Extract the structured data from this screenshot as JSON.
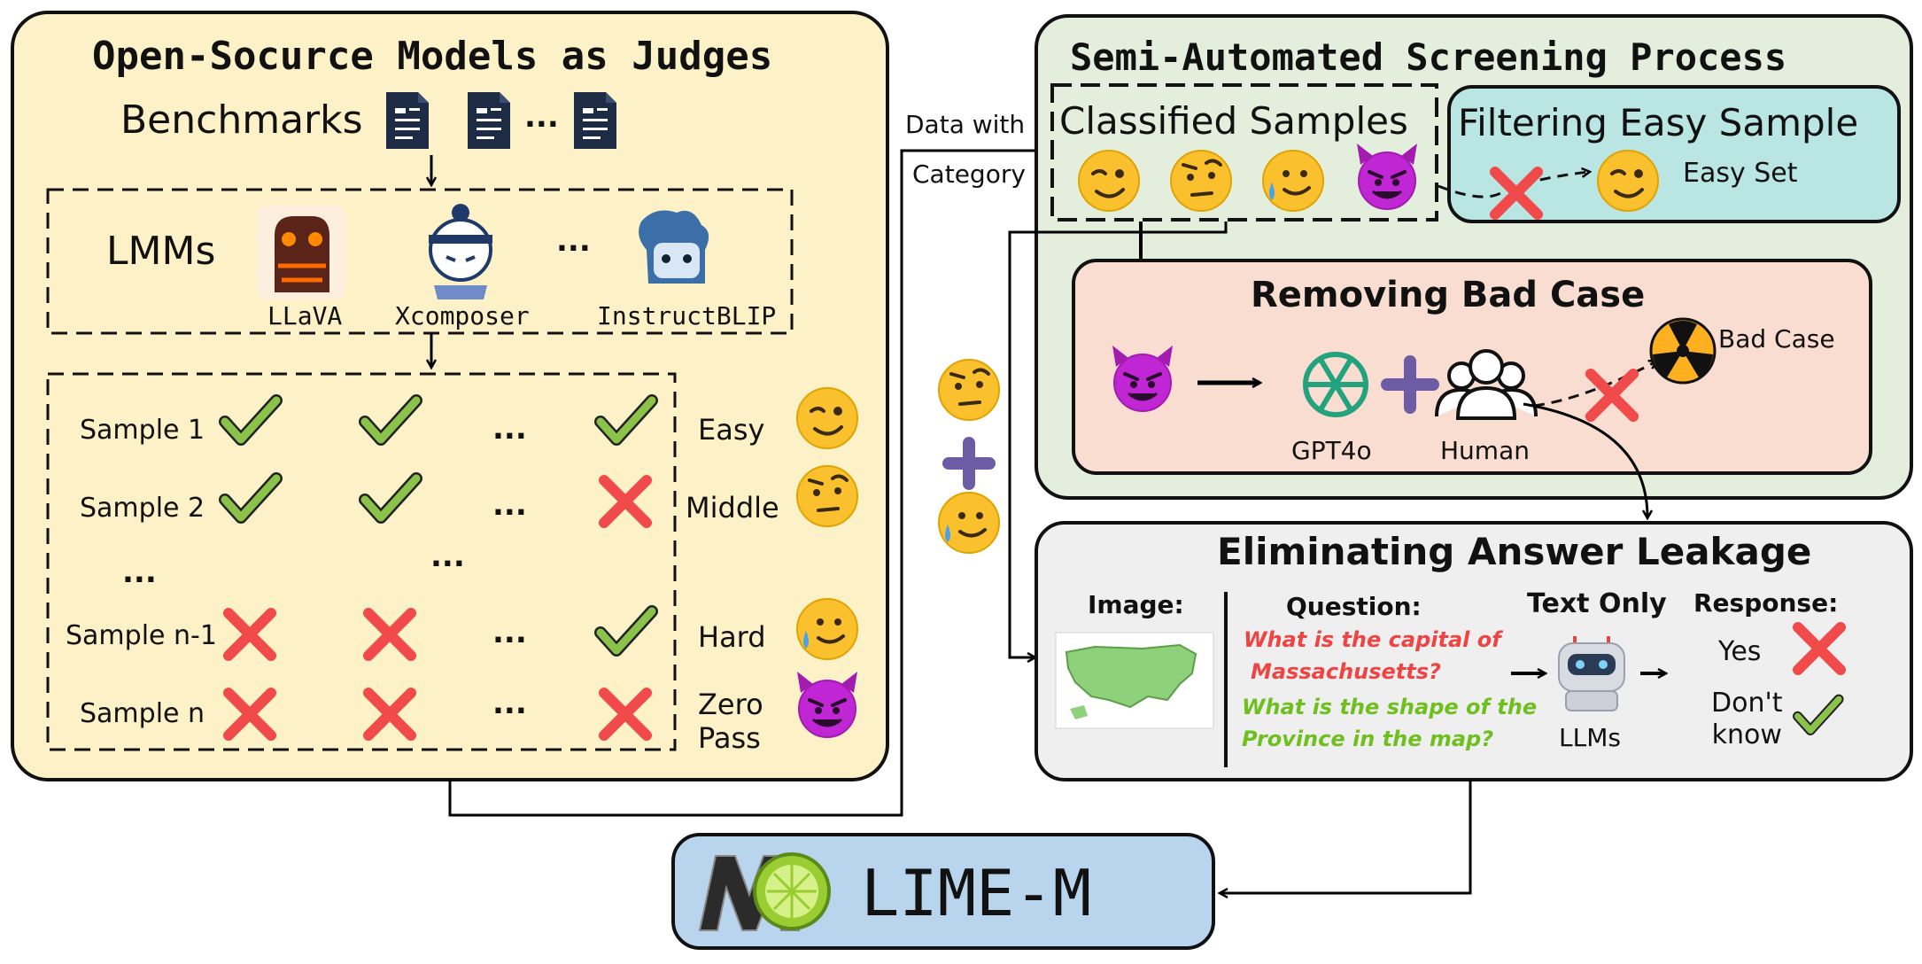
{
  "left_panel": {
    "title": "Open-Socurce Models as Judges",
    "benchmarks_label": "Benchmarks",
    "lmms_label": "LMMs",
    "models": [
      "LLaVA",
      "Xcomposer",
      "InstructBLIP"
    ],
    "rows": [
      {
        "label": "Sample 1",
        "marks": [
          "check",
          "check",
          "check"
        ],
        "difficulty": "Easy",
        "emoji": "wink"
      },
      {
        "label": "Sample 2",
        "marks": [
          "check",
          "check",
          "cross"
        ],
        "difficulty": "Middle",
        "emoji": "raised-eyebrow"
      },
      {
        "label": "Sample n-1",
        "marks": [
          "cross",
          "cross",
          "check"
        ],
        "difficulty": "Hard",
        "emoji": "sweat-smile"
      },
      {
        "label": "Sample n",
        "marks": [
          "cross",
          "cross",
          "cross"
        ],
        "difficulty": "Zero Pass",
        "emoji": "devil"
      }
    ],
    "ellipsis": "...",
    "zero_pass_lines": [
      "Zero",
      "Pass"
    ]
  },
  "connector": {
    "data_with": "Data with",
    "category": "Category"
  },
  "screening": {
    "title": "Semi-Automated Screening Process",
    "classified_title": "Classified Samples",
    "filtering_title": "Filtering Easy Sample",
    "easy_set": "Easy Set"
  },
  "bad_case": {
    "title": "Removing Bad Case",
    "gpt_label": "GPT4o",
    "human_label": "Human",
    "bad_case_label": "Bad Case"
  },
  "leakage": {
    "title": "Eliminating Answer Leakage",
    "image_label": "Image:",
    "question_label": "Question:",
    "q1": [
      "What is the capital of",
      "Massachusetts?"
    ],
    "q2": [
      "What is the shape of the",
      "Province in the map?"
    ],
    "text_only_label": "Text Only",
    "llms_label": "LLMs",
    "response_label": "Response:",
    "yes": "Yes",
    "dont_know": [
      "Don't",
      "know"
    ]
  },
  "output": {
    "name": "LIME-M"
  },
  "colors": {
    "left_bg": "#fdf1c7",
    "screening_bg": "#e3eedc",
    "filter_bg": "#b9e6e3",
    "badcase_bg": "#f9ddd0",
    "leakage_bg": "#efefef",
    "lime_bg": "#b9d5ee",
    "check": "#8bc34a",
    "cross": "#f04a4a",
    "emoji_yellow": "#fbc02d",
    "devil_purple": "#c026d3",
    "plus_purple": "#6b5ca5",
    "doc_navy": "#1e2b45"
  }
}
